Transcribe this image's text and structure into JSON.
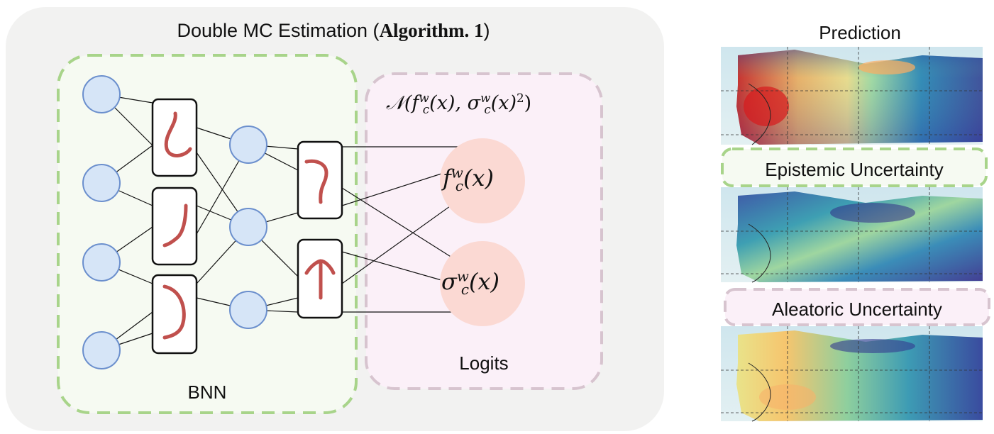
{
  "diagram": {
    "title": "Double MC Estimation (",
    "title_bold": "Algorithm. 1",
    "title_end": ")",
    "bnn_label": "BNN",
    "logits_label": "Logits",
    "distribution": {
      "prefix": "𝒩(f",
      "mean_sub": "c",
      "mean_sup": "w",
      "middle": "(x), σ",
      "sd_sub": "c",
      "sd_sup": "w",
      "suffix": "(x)",
      "sq": "2",
      "close": ")"
    },
    "mean_node": {
      "base": "f",
      "sub": "c",
      "sup": "w",
      "arg": "(x)"
    },
    "sigma_node": {
      "base": "σ",
      "sub": "c",
      "sup": "w",
      "arg": "(x)"
    }
  },
  "maps": {
    "prediction_title": "Prediction",
    "epistemic_title": "Epistemic Uncertainty",
    "aleatoric_title": "Aleatoric Uncertainty"
  },
  "colors": {
    "panel_bg": "#f2f2f1",
    "bnn_border": "#a8d48a",
    "bnn_fill": "#f6faf2",
    "logits_border": "#d7c4cf",
    "logits_fill": "#fbf0f8",
    "neuron_fill": "#d6e5f7",
    "neuron_stroke": "#6b8fcd",
    "logit_node": "#fbd9d3",
    "weight_curve": "#c0504d"
  }
}
